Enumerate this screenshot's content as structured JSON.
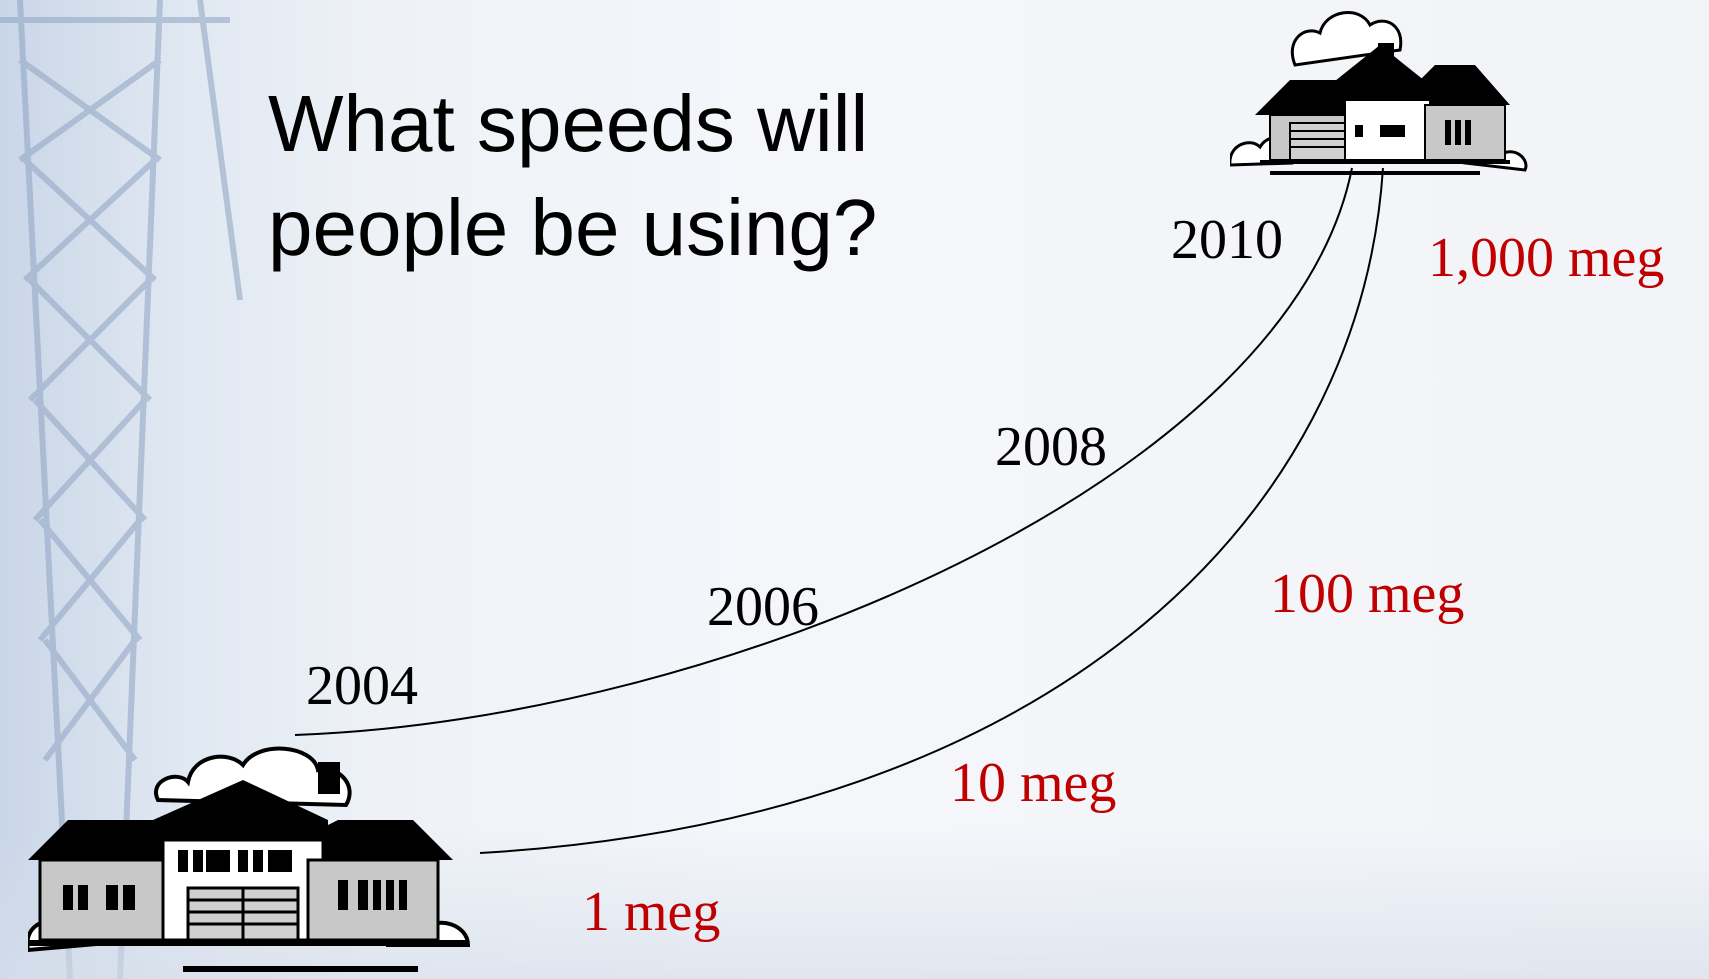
{
  "slide": {
    "title": "What speeds will\npeople be using?"
  },
  "years": [
    "2004",
    "2006",
    "2008",
    "2010"
  ],
  "speeds": [
    "1 meg",
    "10 meg",
    "100 meg",
    "1,000 meg"
  ],
  "colors": {
    "year_text": "#000000",
    "speed_text": "#c00000",
    "title_text": "#000000",
    "curve": "#000000"
  },
  "icons": {
    "start": "small-house-icon",
    "end": "large-house-icon",
    "background": "power-tower-icon"
  }
}
